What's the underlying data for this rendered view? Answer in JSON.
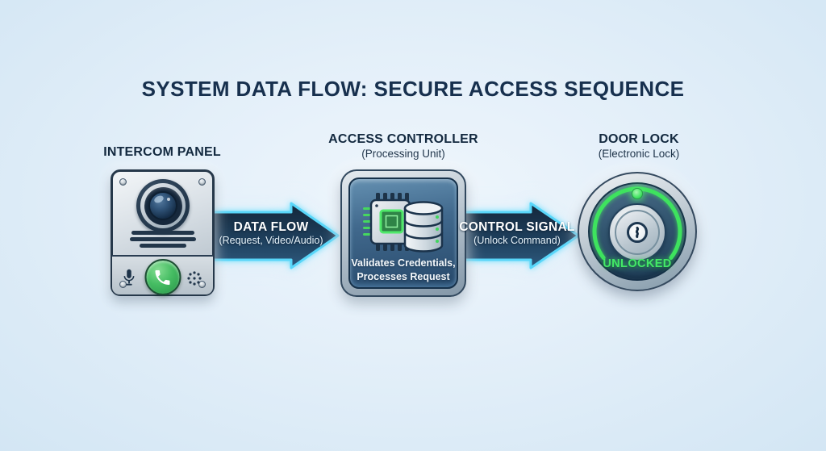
{
  "title": "SYSTEM DATA FLOW: SECURE ACCESS SEQUENCE",
  "intercom": {
    "label": "INTERCOM PANEL"
  },
  "controller": {
    "label": "ACCESS CONTROLLER",
    "sublabel": "(Processing Unit)",
    "desc_line1": "Validates Credentials,",
    "desc_line2": "Processes Request"
  },
  "door_lock": {
    "label": "DOOR LOCK",
    "sublabel": "(Electronic Lock)",
    "status": "UNLOCKED"
  },
  "arrows": {
    "data_flow": {
      "label": "DATA FLOW",
      "sublabel": "(Request, Video/Audio)"
    },
    "control_signal": {
      "label": "CONTROL SIGNAL",
      "sublabel": "(Unlock Command)"
    }
  },
  "icons": {
    "camera": "camera-lens-icon",
    "microphone": "microphone-icon",
    "call_button": "phone-call-icon",
    "speaker_grille": "speaker-dots-icon",
    "cpu": "cpu-chip-icon",
    "database": "database-icon",
    "status_led": "status-led-icon",
    "keyhole": "keyhole-icon"
  },
  "colors": {
    "background": "#dcebf8",
    "title_text": "#17304e",
    "arrow_fill_top": "#14273a",
    "arrow_fill_bottom": "#2e5a7e",
    "arrow_glow": "#58d6f9",
    "panel_blue": "#41698d",
    "metal_light": "#e4eaee",
    "metal_dark": "#8397a8",
    "green_accent": "#43e967",
    "call_green": "#46bd63"
  }
}
